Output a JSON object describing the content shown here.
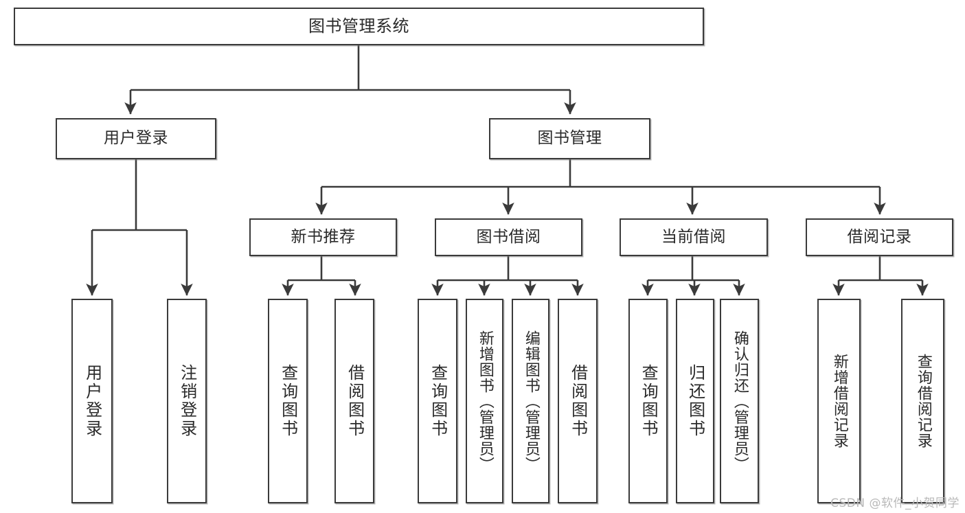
{
  "diagram": {
    "title": "图书管理系统",
    "watermark": "CSDN @软件_小贺同学",
    "type": "tree-hierarchy-diagram",
    "colors": {
      "box_border": "#3a3a3a",
      "box_fill": "#ffffff",
      "connector": "#3a3a3a",
      "text": "#2a2a2a",
      "watermark": "#b9b9b9"
    },
    "root": {
      "label": "图书管理系统"
    },
    "level2": [
      {
        "label": "用户登录"
      },
      {
        "label": "图书管理"
      }
    ],
    "level3": [
      {
        "label": "新书推荐"
      },
      {
        "label": "图书借阅"
      },
      {
        "label": "当前借阅"
      },
      {
        "label": "借阅记录"
      }
    ],
    "leaves": {
      "user_login": [
        {
          "label": "用户登录"
        },
        {
          "label": "注销登录"
        }
      ],
      "new_book_recommend": [
        {
          "label": "查询图书"
        },
        {
          "label": "借阅图书"
        }
      ],
      "book_borrow": [
        {
          "label": "查询图书"
        },
        {
          "label": "新增图书（管理员）"
        },
        {
          "label": "编辑图书（管理员）"
        },
        {
          "label": "借阅图书"
        }
      ],
      "current_borrow": [
        {
          "label": "查询图书"
        },
        {
          "label": "归还图书"
        },
        {
          "label": "确认归还（管理员）"
        }
      ],
      "borrow_record": [
        {
          "label": "新增借阅记录"
        },
        {
          "label": "查询借阅记录"
        }
      ]
    }
  }
}
